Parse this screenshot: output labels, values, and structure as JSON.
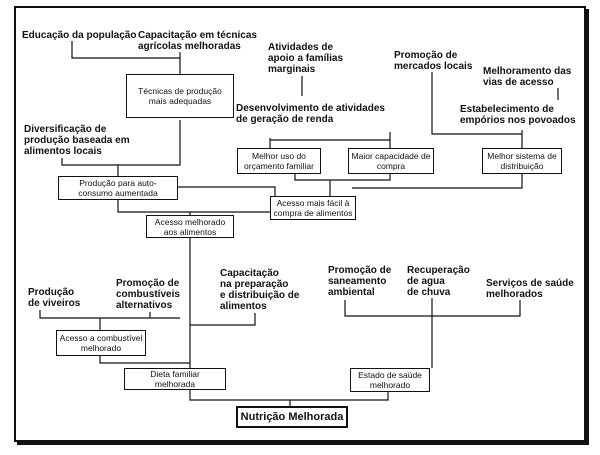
{
  "factors": {
    "educacao": "Educação da população",
    "capacitacao_tecnicas": "Capacitação em técnicas\nagrícolas melhoradas",
    "diversificacao": "Diversificação de\nprodução baseada em\nalimentos locais",
    "atividades_apoio": "Atividades de\napoio a famílias\nmarginais",
    "promocao_mercados": "Promoção de\nmercados locais",
    "melhoramento_vias": "Melhoramento das\nvias de acesso",
    "desenvolvimento_renda": "Desenvolvimento de atividades\nde geração de renda",
    "emporios": "Estabelecimento de\nempórios nos povoados",
    "producao_viveiros": "Produção\nde viveiros",
    "promocao_combustiveis": "Promoção de\ncombustíveis\nalternativos",
    "capacitacao_preparacao": "Capacitação\nna preparação\ne distribuição de\nalimentos",
    "saneamento": "Promoção de\nsaneamento\nambiental",
    "recuperacao_agua": "Recuperação\nde agua\nde chuva",
    "servicos_saude": "Serviços de saúde\nmelhorados"
  },
  "boxes": {
    "tecnicas_producao": "Técnicas de produção\nmais adequadas",
    "producao_autoconsumo": "Produção para auto-\nconsumo aumentada",
    "melhor_uso_orcamento": "Melhor uso do\norçamento familiar",
    "maior_capacidade": "Maior capacidade de\ncompra",
    "melhor_distribuicao": "Melhor sistema de\ndistribuição",
    "acesso_compra": "Acesso mais fácil à\ncompra de alimentos",
    "acesso_alimentos": "Acesso melhorado\naos  alimentos",
    "acesso_combustivel": "Acesso a combustível\nmelhorado",
    "dieta_familiar": "Dieta familiar\nmelhorada",
    "estado_saude": "Estado de saúde\nmelhorado"
  },
  "outcome": "Nutrição Melhorada"
}
